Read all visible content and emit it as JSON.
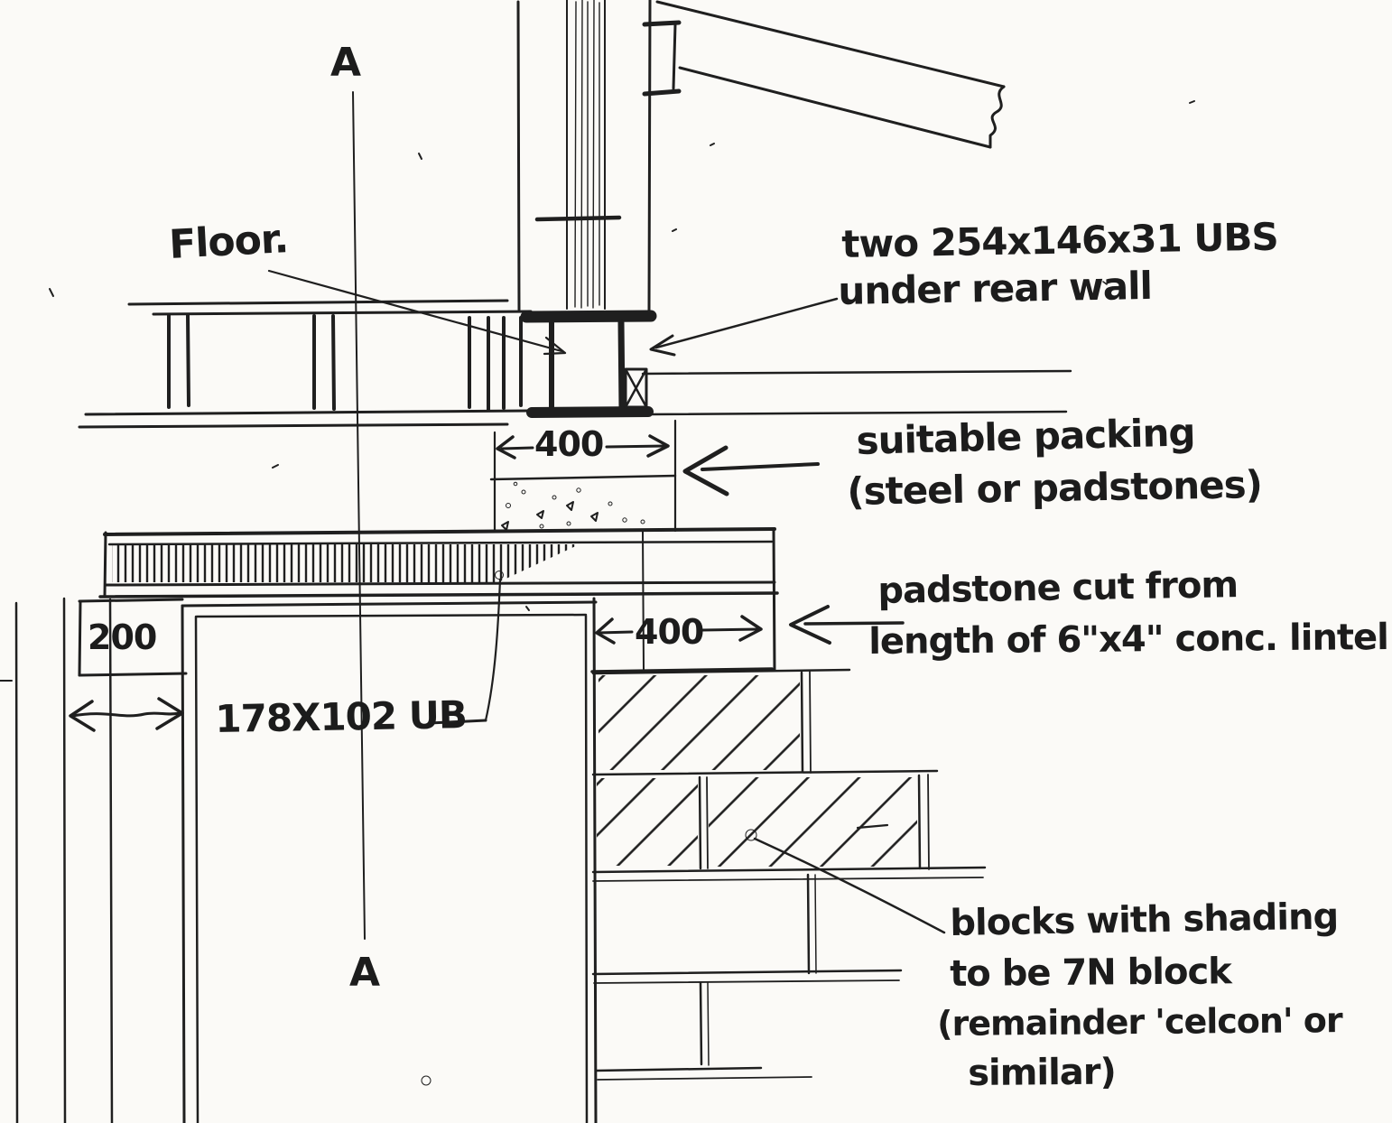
{
  "drawing_title": "hand sketch - beam bearing detail at rear wall",
  "annotations": {
    "floor_label": "Floor.",
    "ubs_note_line1": "two 254x146x31 UBS",
    "ubs_note_line2": "under rear wall",
    "packing_note_line1": "suitable packing",
    "packing_note_line2": "(steel or padstones)",
    "padstone_note_line1": "padstone cut from",
    "padstone_note_line2": "length of 6\"x4\" conc. lintel",
    "blocks_note_line1": "blocks with shading",
    "blocks_note_line2": "to be 7N  block",
    "blocks_note_line3": "(remainder 'celcon' or",
    "blocks_note_line4": "similar)",
    "beam_label": "178X102 UB"
  },
  "dimensions": {
    "wall_offset": "200",
    "packing_width": "400",
    "padstone_width": "400"
  },
  "section_markers": {
    "top": "A",
    "bottom": "A"
  },
  "colors": {
    "ink": "#1f1f1f",
    "paper": "#fbfaf7",
    "ink_blot": "#7b3423"
  }
}
